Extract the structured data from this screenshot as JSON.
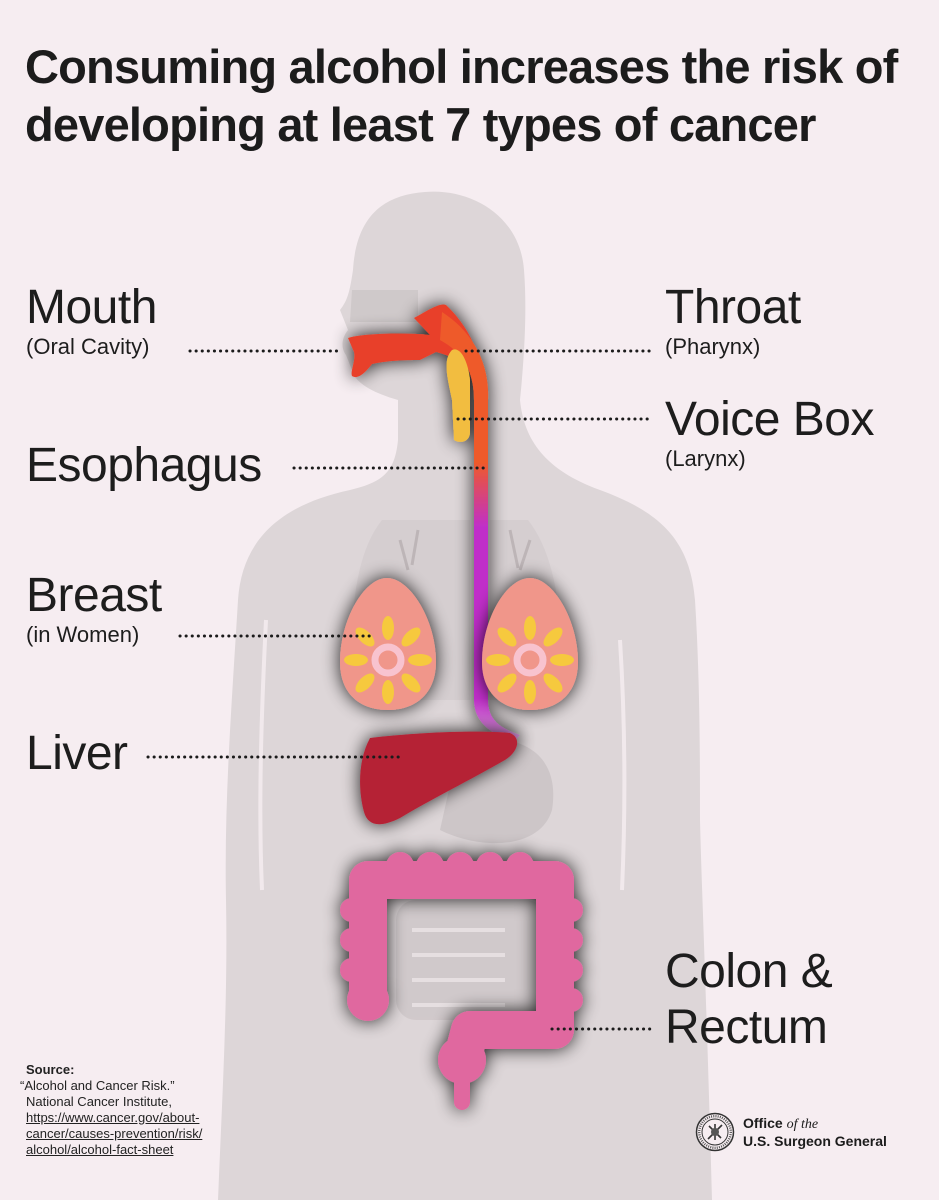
{
  "header": {
    "title": "Consuming alcohol increases the risk of developing at least 7 types of cancer"
  },
  "labels": {
    "mouth": {
      "name": "Mouth",
      "detail": "(Oral Cavity)"
    },
    "throat": {
      "name": "Throat",
      "detail": "(Pharynx)"
    },
    "voice_box": {
      "name": "Voice Box",
      "detail": "(Larynx)"
    },
    "esophagus": {
      "name": "Esophagus"
    },
    "breast": {
      "name": "Breast",
      "detail": "(in Women)"
    },
    "liver": {
      "name": "Liver"
    },
    "colon": {
      "name_line1": "Colon &",
      "name_line2": "Rectum"
    }
  },
  "source": {
    "heading": "Source:",
    "citation_line1": "“Alcohol and Cancer Risk.”",
    "citation_line2": "National Cancer Institute,",
    "link_line1": "https://www.cancer.gov/about-",
    "link_line2": "cancer/causes-prevention/risk/",
    "link_line3": "alcohol/alcohol-fact-sheet"
  },
  "footer": {
    "org_line1_bold": "Office",
    "org_line1_italic": "of the",
    "org_line2": "U.S. Surgeon General",
    "seal_icon": "surgeon-general-seal-icon"
  },
  "colors": {
    "background": "#f6edf1",
    "body_silhouette": "#ddd6d8",
    "mouth": "#e8402b",
    "throat": "#ee5a2a",
    "larynx": "#f2bd3f",
    "esophagus": "#c02fc9",
    "breast": "#f0968a",
    "breast_flower": "#f6c93e",
    "liver": "#b52236",
    "colon": "#e0689f"
  }
}
